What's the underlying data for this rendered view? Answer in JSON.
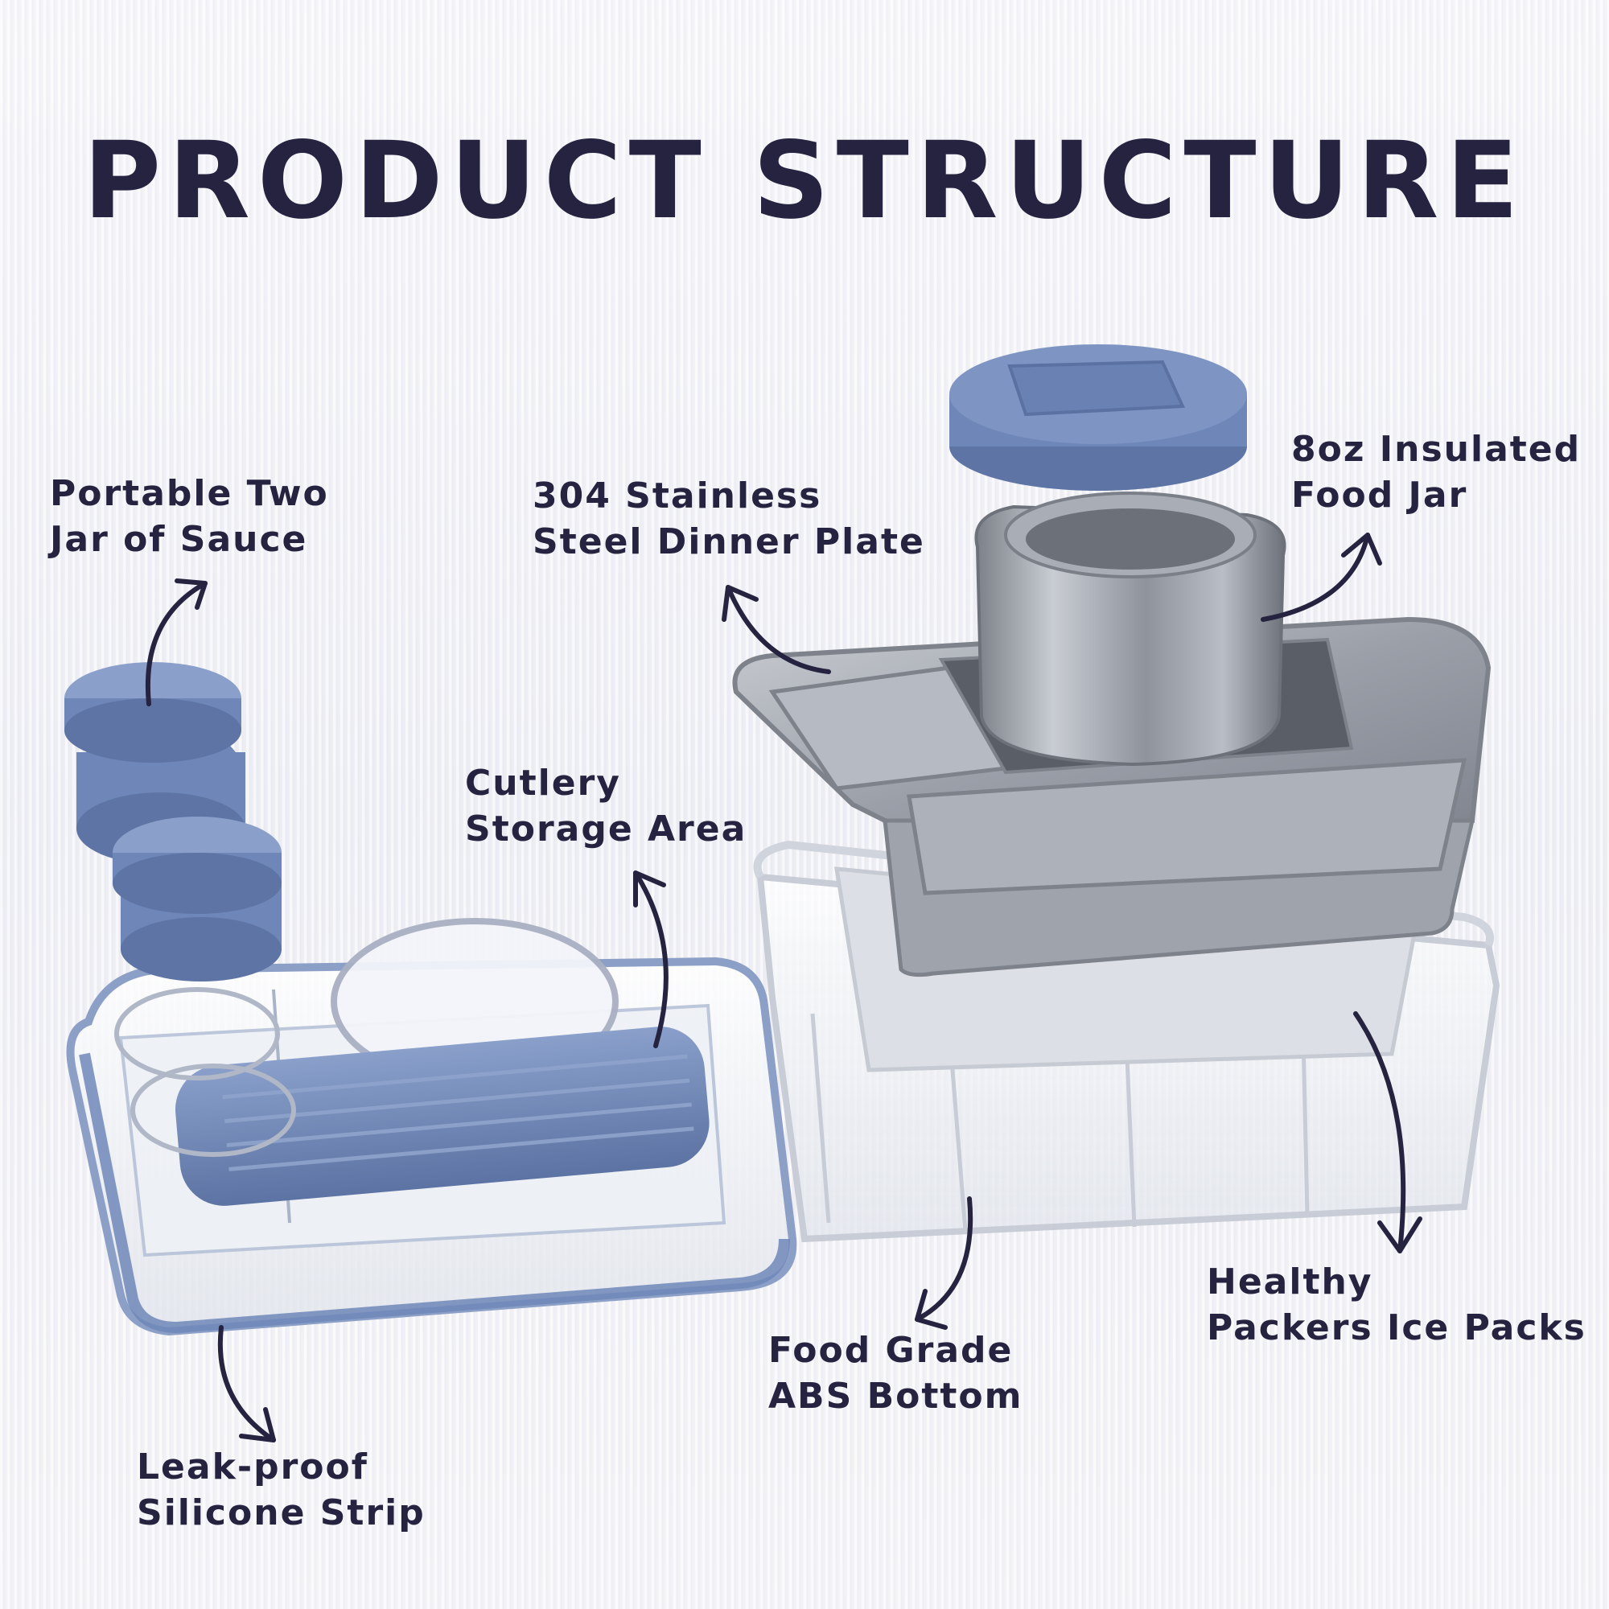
{
  "title": "PRODUCT STRUCTURE",
  "colors": {
    "text": "#262340",
    "accent_blue": "#6f87b8",
    "steel": "#a3a8b1",
    "background": "#f3f3f7"
  },
  "labels": {
    "sauce_jars": [
      "Portable Two",
      "Jar of Sauce"
    ],
    "dinner_plate": [
      "304 Stainless",
      "Steel Dinner Plate"
    ],
    "food_jar": [
      "8oz Insulated",
      "Food Jar"
    ],
    "cutlery": [
      "Cutlery",
      "Storage Area"
    ],
    "abs_bottom": [
      "Food Grade",
      "ABS Bottom"
    ],
    "ice_packs": [
      "Healthy",
      "Packers Ice Packs"
    ],
    "silicone_strip": [
      "Leak-proof",
      "Silicone Strip"
    ]
  }
}
